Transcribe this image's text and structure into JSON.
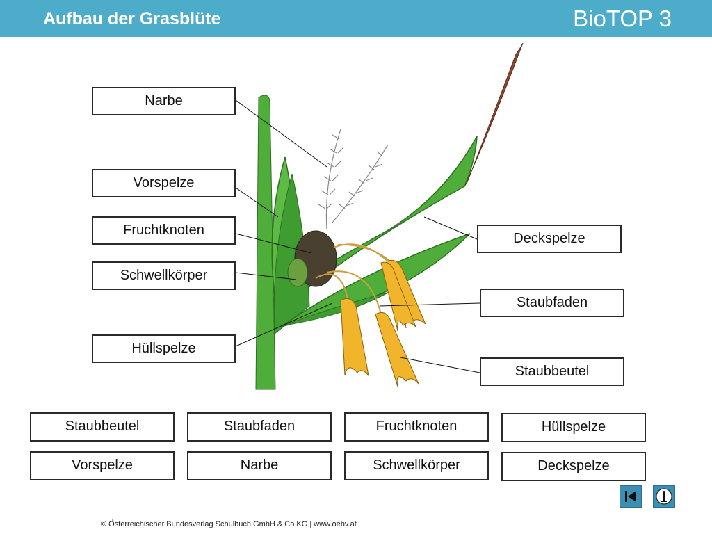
{
  "header": {
    "title": "Aufbau der Grasblüte",
    "brand": "BioTOP 3"
  },
  "diagram_labels": {
    "narbe": "Narbe",
    "vorspelze": "Vorspelze",
    "fruchtknoten": "Fruchtknoten",
    "schwellkoerper": "Schwellkörper",
    "huellspelze": "Hüllspelze",
    "deckspelze": "Deckspelze",
    "staubfaden": "Staubfaden",
    "staubbeutel": "Staubbeutel"
  },
  "word_bank": {
    "row1": [
      "Staubbeutel",
      "Staubfaden",
      "Fruchtknoten",
      "Hüllspelze"
    ],
    "row2": [
      "Vorspelze",
      "Narbe",
      "Schwellkörper",
      "Deckspelze"
    ]
  },
  "nav": {
    "back_icon": "skip-back-icon",
    "info_icon": "info-icon"
  },
  "colors": {
    "header": "#4eaccb",
    "leaf": "#4fad3a",
    "anther": "#f1b52b",
    "ovary": "#4a4030"
  },
  "footer": {
    "copyright": "© Österreichischer Bundesverlag Schulbuch GmbH & Co KG | www.oebv.at"
  }
}
